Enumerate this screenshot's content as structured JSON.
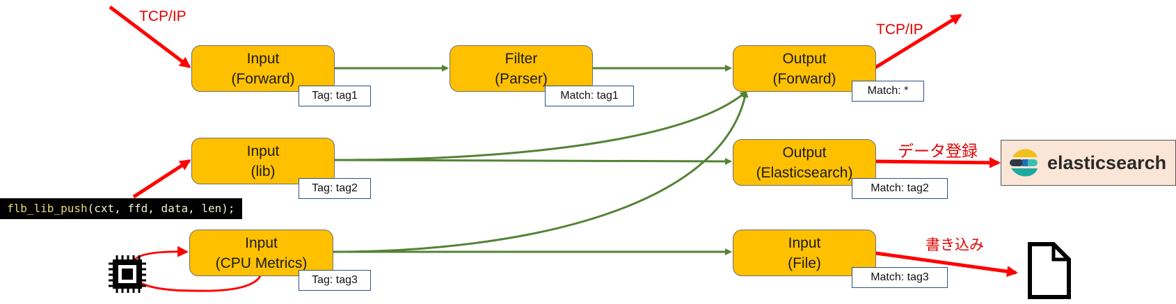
{
  "nodes": {
    "input_forward": {
      "title": "Input",
      "sub": "(Forward)",
      "tag": "Tag: tag1"
    },
    "filter_parser": {
      "title": "Filter",
      "sub": "(Parser)",
      "tag": "Match: tag1"
    },
    "output_forward": {
      "title": "Output",
      "sub": "(Forward)",
      "tag": "Match: *"
    },
    "input_lib": {
      "title": "Input",
      "sub": "(lib)",
      "tag": "Tag: tag2"
    },
    "output_es": {
      "title": "Output",
      "sub": "(Elasticsearch)",
      "tag": "Match: tag2"
    },
    "input_cpu": {
      "title": "Input",
      "sub": "(CPU Metrics)",
      "tag": "Tag: tag3"
    },
    "input_file": {
      "title": "Input",
      "sub": "(File)",
      "tag": "Match: tag3"
    }
  },
  "labels": {
    "tcpip_in": "TCP/IP",
    "tcpip_out": "TCP/IP",
    "es_register": "データ登録",
    "write": "書き込み"
  },
  "code": {
    "fn": "flb_lib_push",
    "args": "(cxt, ffd, data, len);"
  },
  "elasticsearch": {
    "name": "elasticsearch"
  },
  "colors": {
    "node_fill": "#ffc000",
    "flow_arrow": "#538135",
    "external_arrow": "#ff0000"
  }
}
